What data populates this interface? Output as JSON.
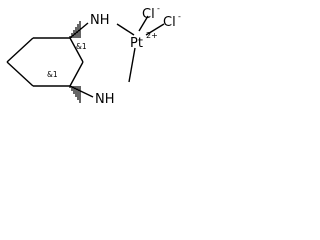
{
  "molecule": {
    "atoms": {
      "n_top": "NH",
      "n_bottom": "NH",
      "metal": "Pt",
      "metal_charge": "2+",
      "chloride_1": "Cl",
      "chloride_1_charge": "-",
      "chloride_2": "Cl",
      "chloride_2_charge": "-"
    },
    "stereo_labels": {
      "upper": "&1",
      "lower": "&1"
    }
  }
}
